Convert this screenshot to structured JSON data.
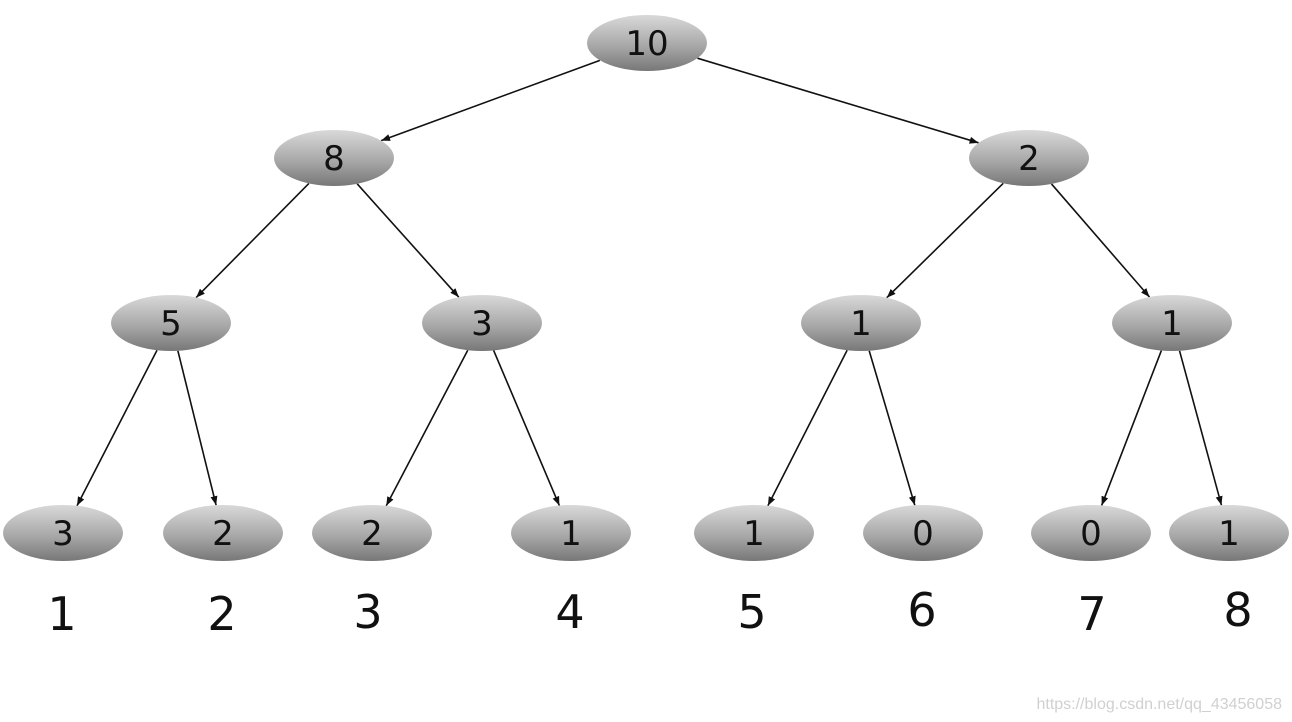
{
  "tree": {
    "nodes": [
      {
        "id": "n1",
        "value": "10",
        "parent": null
      },
      {
        "id": "n2",
        "value": "8",
        "parent": "n1"
      },
      {
        "id": "n3",
        "value": "2",
        "parent": "n1"
      },
      {
        "id": "n4",
        "value": "5",
        "parent": "n2"
      },
      {
        "id": "n5",
        "value": "3",
        "parent": "n2"
      },
      {
        "id": "n6",
        "value": "1",
        "parent": "n3"
      },
      {
        "id": "n7",
        "value": "1",
        "parent": "n3"
      },
      {
        "id": "n8",
        "value": "3",
        "parent": "n4"
      },
      {
        "id": "n9",
        "value": "2",
        "parent": "n4"
      },
      {
        "id": "n10",
        "value": "2",
        "parent": "n5"
      },
      {
        "id": "n11",
        "value": "1",
        "parent": "n5"
      },
      {
        "id": "n12",
        "value": "1",
        "parent": "n6"
      },
      {
        "id": "n13",
        "value": "0",
        "parent": "n6"
      },
      {
        "id": "n14",
        "value": "0",
        "parent": "n7"
      },
      {
        "id": "n15",
        "value": "1",
        "parent": "n7"
      }
    ],
    "leaf_indices": [
      "1",
      "2",
      "3",
      "4",
      "5",
      "6",
      "7",
      "8"
    ]
  },
  "watermark": "https://blog.csdn.net/qq_43456058",
  "colors": {
    "node_light": "#d8d8d8",
    "node_dark": "#7a7a7a",
    "edge": "#111111"
  }
}
